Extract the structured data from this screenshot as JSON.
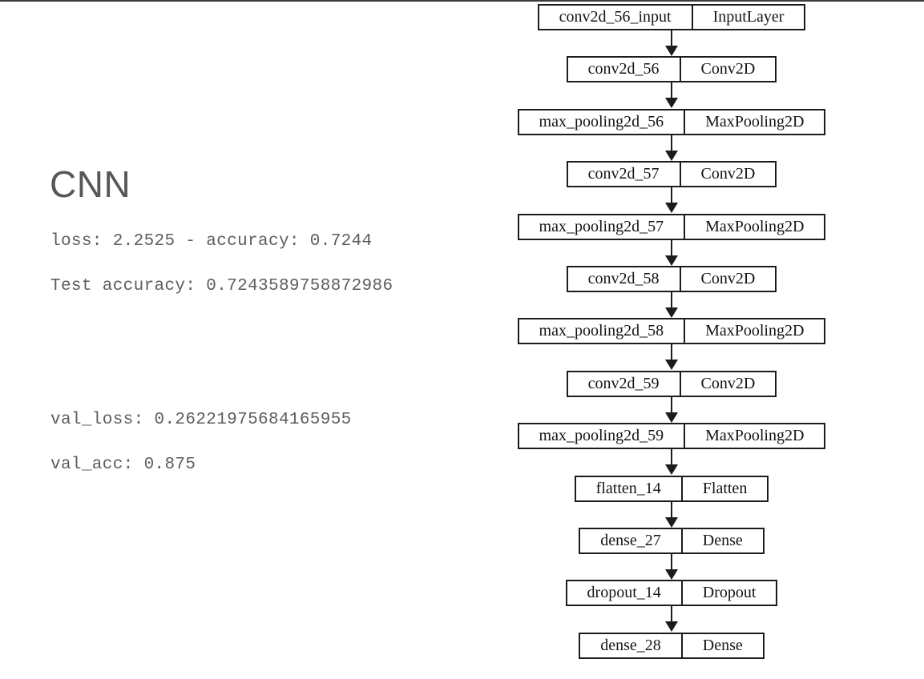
{
  "page": {
    "background_color": "#ffffff",
    "top_border_color": "#3a3a3a"
  },
  "notes": {
    "title": "CNN",
    "metrics_line": "loss: 2.2525 - accuracy: 0.7244",
    "test_line": "Test accuracy: 0.7243589758872986",
    "val_loss_line": "val_loss: 0.26221975684165955",
    "val_acc_line": "val_acc: 0.875",
    "text_color": "#5d5d5d",
    "title_color": "#57575a"
  },
  "diagram": {
    "kind": "keras-model-plot",
    "box_border_color": "#1c1c1c",
    "arrow_color": "#1c1c1c",
    "layers": [
      {
        "name": "conv2d_56_input",
        "type": "InputLayer"
      },
      {
        "name": "conv2d_56",
        "type": "Conv2D"
      },
      {
        "name": "max_pooling2d_56",
        "type": "MaxPooling2D"
      },
      {
        "name": "conv2d_57",
        "type": "Conv2D"
      },
      {
        "name": "max_pooling2d_57",
        "type": "MaxPooling2D"
      },
      {
        "name": "conv2d_58",
        "type": "Conv2D"
      },
      {
        "name": "max_pooling2d_58",
        "type": "MaxPooling2D"
      },
      {
        "name": "conv2d_59",
        "type": "Conv2D"
      },
      {
        "name": "max_pooling2d_59",
        "type": "MaxPooling2D"
      },
      {
        "name": "flatten_14",
        "type": "Flatten"
      },
      {
        "name": "dense_27",
        "type": "Dense"
      },
      {
        "name": "dropout_14",
        "type": "Dropout"
      },
      {
        "name": "dense_28",
        "type": "Dense"
      }
    ]
  }
}
